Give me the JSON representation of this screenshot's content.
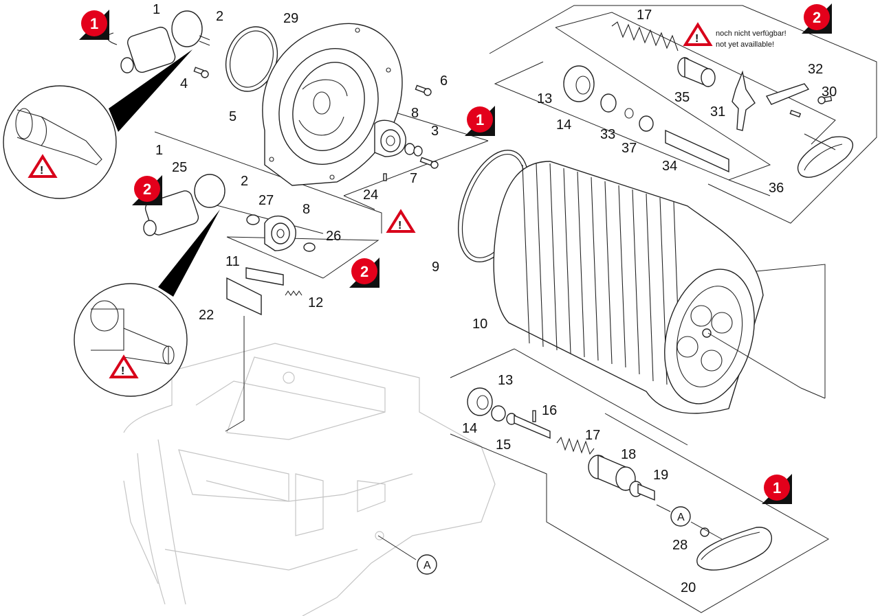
{
  "diagram": {
    "part_numbers": [
      "1",
      "2",
      "4",
      "5",
      "6",
      "8",
      "3",
      "7",
      "24",
      "29",
      "25",
      "27",
      "26",
      "11",
      "12",
      "22",
      "9",
      "10",
      "13",
      "14",
      "33",
      "37",
      "34",
      "35",
      "17",
      "31",
      "32",
      "30",
      "36",
      "15",
      "16",
      "18",
      "19",
      "28",
      "20"
    ],
    "group_badges": [
      "1",
      "1",
      "1",
      "2",
      "2",
      "2"
    ],
    "warning_symbol": "!",
    "reference_marker": "A",
    "availability_note": {
      "line1": "noch nicht verfügbar!",
      "line2": "not yet availlable!"
    },
    "colors": {
      "badge_red": "#e3001b",
      "badge_shadow": "#111111",
      "warning_red": "#d8001a",
      "ghost_frame": "#c4c4c4"
    }
  }
}
